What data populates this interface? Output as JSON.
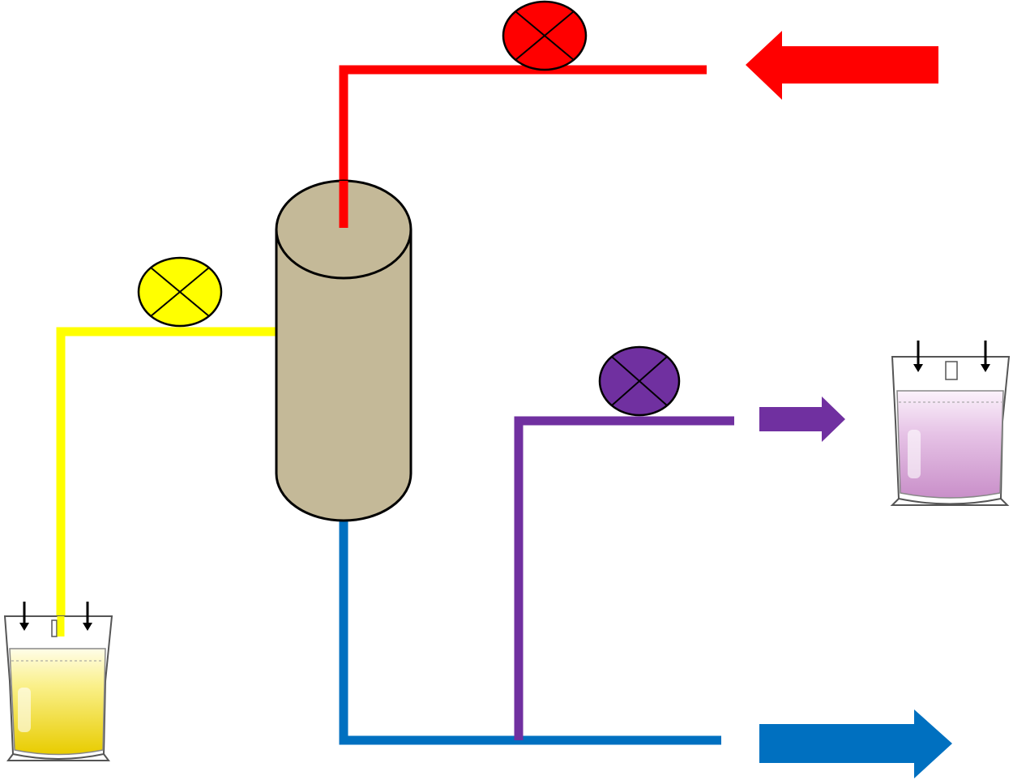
{
  "diagram": {
    "colors": {
      "background": "#ffffff",
      "inlet_line": "#ff0000",
      "feed_line": "#ffff00",
      "product_line": "#7030a0",
      "bottom_line": "#0070c0",
      "column_body": "#c4b998",
      "outline": "#000000",
      "feed_liquid": "#f2dc00",
      "product_liquid": "#d9a8d9"
    },
    "components": {
      "column": "separation-column",
      "valves": [
        "red-valve",
        "yellow-valve",
        "purple-valve"
      ],
      "bags": [
        "yellow-feed-bag",
        "purple-product-bag"
      ],
      "arrows": [
        "red-inlet-arrow",
        "purple-outlet-arrow",
        "blue-outlet-arrow"
      ]
    },
    "labels": []
  }
}
